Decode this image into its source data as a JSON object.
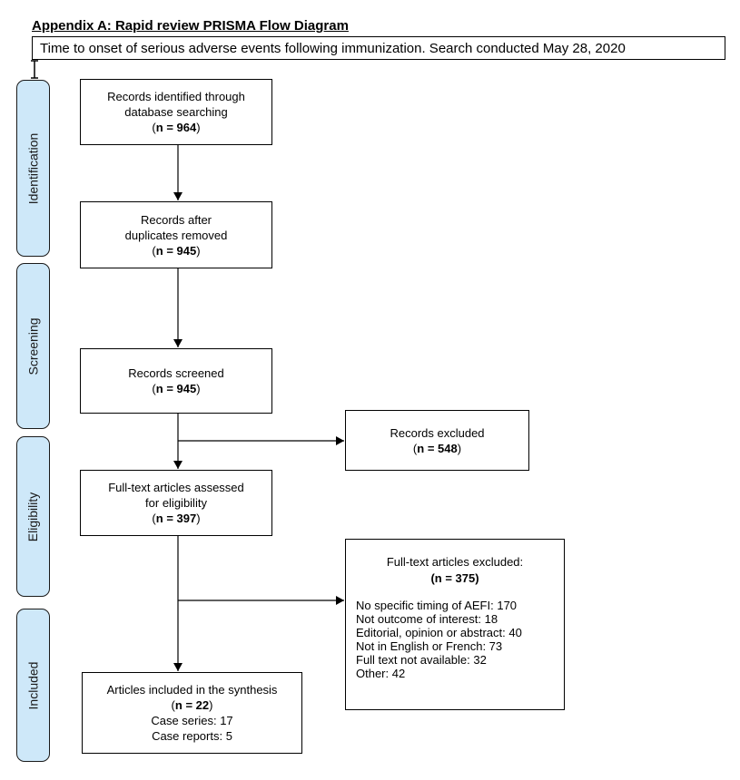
{
  "colors": {
    "stage_fill": "#CEE8F9",
    "line": "#000000"
  },
  "header": {
    "title": "Appendix A: Rapid review PRISMA Flow Diagram",
    "subtitle": "Time to onset of serious adverse events following immunization. Search conducted May 28, 2020"
  },
  "stages": [
    {
      "label": "Identification"
    },
    {
      "label": "Screening"
    },
    {
      "label": "Eligibility"
    },
    {
      "label": "Included"
    }
  ],
  "flow": {
    "identified": {
      "line1": "Records identified through",
      "line2": "database searching",
      "n_open": "(",
      "n": "n = 964",
      "n_close": ")"
    },
    "deduplicated": {
      "line1": "Records after",
      "line2": "duplicates removed",
      "n_open": "(",
      "n": "n = 945",
      "n_close": ")"
    },
    "screened": {
      "line1": "Records screened",
      "n_open": "(",
      "n": "n = 945",
      "n_close": ")"
    },
    "fulltext_assessed": {
      "line1": "Full-text articles assessed",
      "line2": "for eligibility",
      "n_open": "(",
      "n": "n = 397",
      "n_close": ")"
    },
    "included": {
      "line1": "Articles included in the synthesis",
      "n_open": "(",
      "n": "n = 22",
      "n_close": ")",
      "line3": "Case series: 17",
      "line4": "Case reports: 5"
    }
  },
  "excluded": {
    "records": {
      "line1": "Records excluded",
      "n_open": "(",
      "n": "n = 548",
      "n_close": ")"
    },
    "fulltext": {
      "title": "Full-text articles excluded:",
      "n": "(n = 375)",
      "reasons": [
        "No specific timing of AEFI: 170",
        "Not outcome of interest: 18",
        "Editorial, opinion or abstract: 40",
        "Not in English or French: 73",
        "Full text not available: 32",
        "Other: 42"
      ]
    }
  }
}
